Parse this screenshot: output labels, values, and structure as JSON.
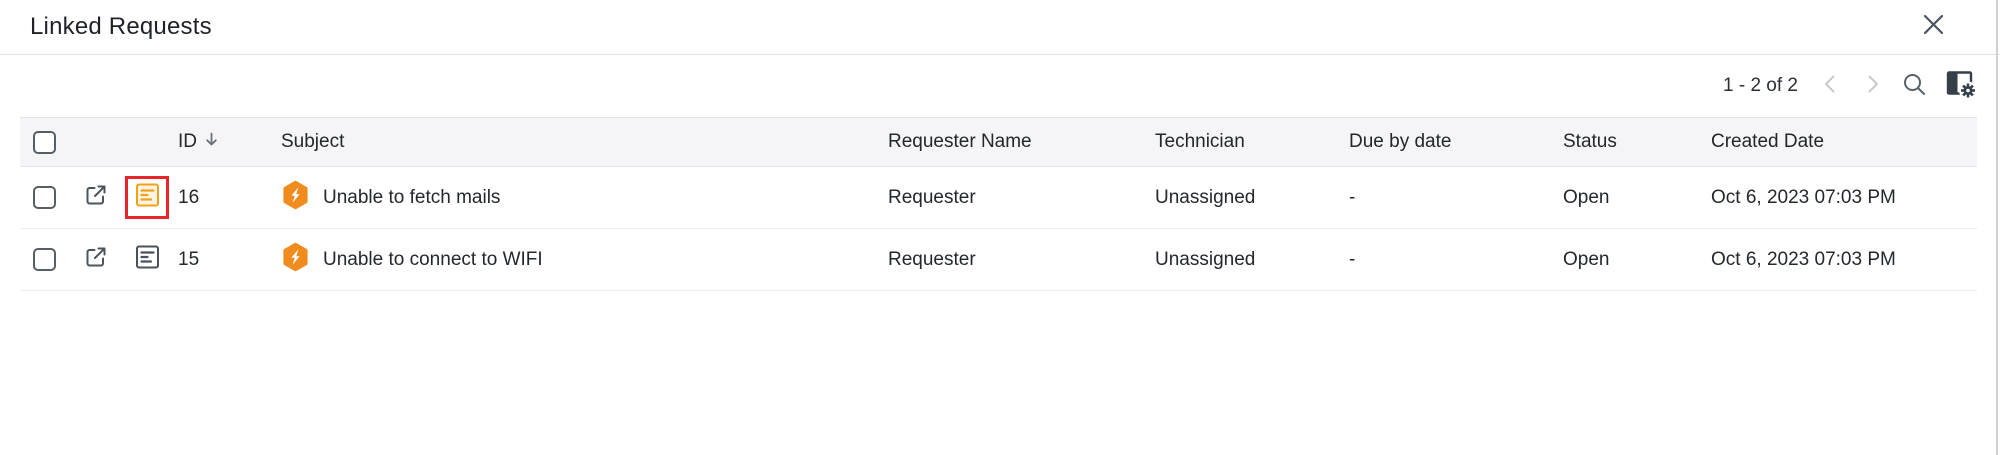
{
  "panel": {
    "title": "Linked Requests"
  },
  "toolbar": {
    "count": "1 - 2 of 2"
  },
  "table": {
    "headers": {
      "id": "ID",
      "subject": "Subject",
      "requester": "Requester Name",
      "technician": "Technician",
      "due": "Due by date",
      "status": "Status",
      "created": "Created Date"
    },
    "sort": {
      "column": "ID",
      "direction": "descending"
    },
    "rows": [
      {
        "id": "16",
        "subject": "Unable to fetch mails",
        "requester": "Requester",
        "technician": "Unassigned",
        "due": "-",
        "status": "Open",
        "created": "Oct 6, 2023 07:03 PM",
        "document_icon_highlighted": true
      },
      {
        "id": "15",
        "subject": "Unable to connect to WIFI",
        "requester": "Requester",
        "technician": "Unassigned",
        "due": "-",
        "status": "Open",
        "created": "Oct 6, 2023 07:03 PM",
        "document_icon_highlighted": false
      }
    ]
  },
  "icons": {
    "close": "✕",
    "prev_page": "‹",
    "next_page": "›",
    "search": "magnifier",
    "column_settings": "table-with-gear",
    "external_link": "↗",
    "document": "note-lines",
    "request_type": "hexagon-bolt",
    "sort_desc": "↓"
  },
  "colors": {
    "accent_orange": "#f08b1e",
    "doc_orange": "#f2a11c",
    "doc_orange_fill": "#fdf4e2",
    "highlight_red": "#e7252b",
    "icon_slate": "#49545e",
    "disabled_gray": "#c7c9cc",
    "header_bg": "#f5f5f7",
    "border": "#e3e4e6",
    "row_border": "#ececee",
    "text": "#24282c"
  }
}
